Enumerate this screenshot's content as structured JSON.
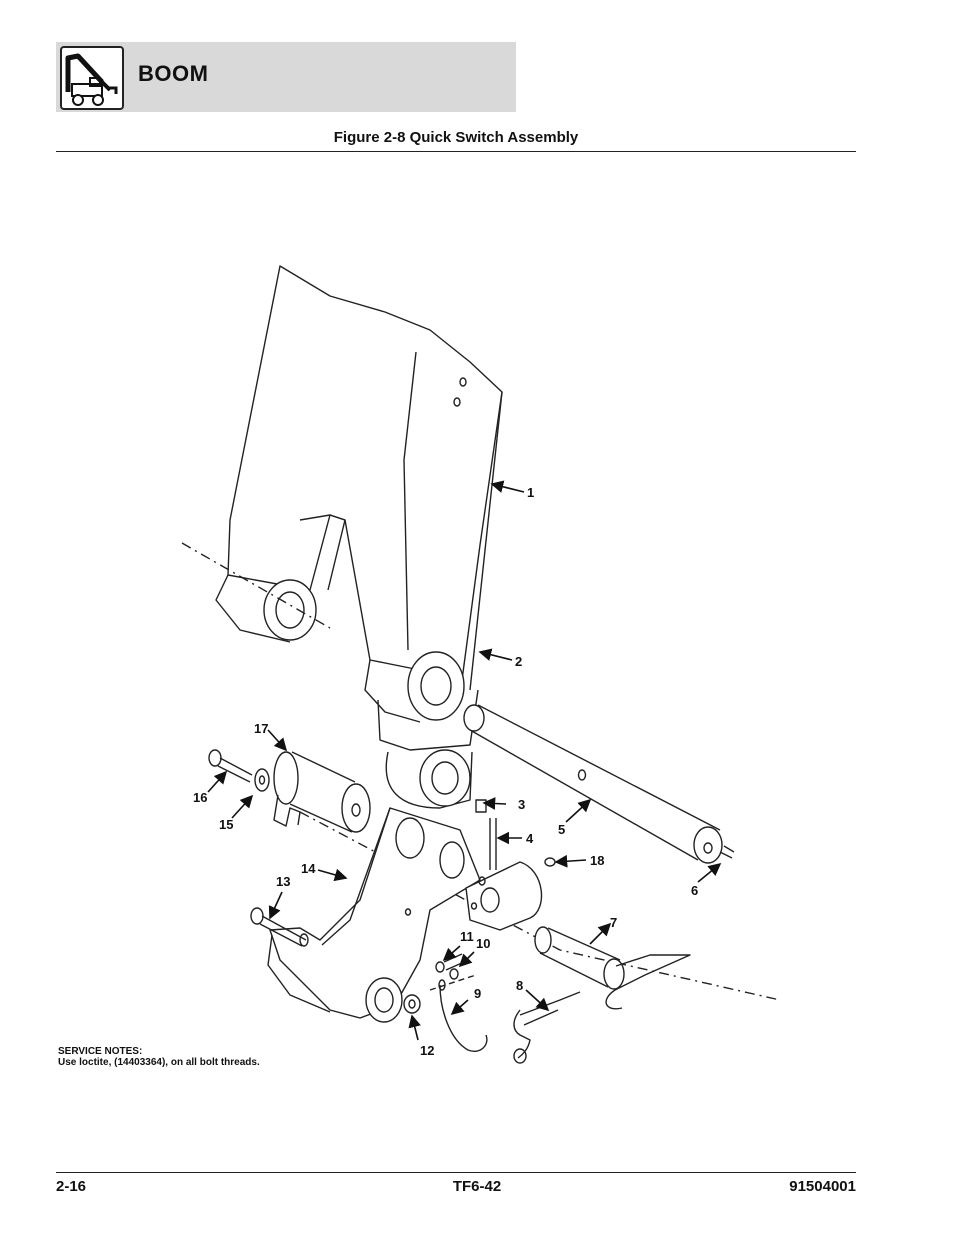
{
  "header": {
    "section_title": "BOOM",
    "logo_icon": "telehandler-icon"
  },
  "figure": {
    "title": "Figure 2-8 Quick Switch Assembly",
    "callouts": [
      "1",
      "2",
      "3",
      "4",
      "5",
      "6",
      "7",
      "8",
      "9",
      "10",
      "11",
      "12",
      "13",
      "14",
      "15",
      "16",
      "17",
      "18"
    ]
  },
  "notes": {
    "heading": "SERVICE NOTES:",
    "text": "Use loctite, (14403364), on all bolt threads."
  },
  "footer": {
    "page_number": "2-16",
    "model": "TF6-42",
    "doc_number": "91504001"
  }
}
